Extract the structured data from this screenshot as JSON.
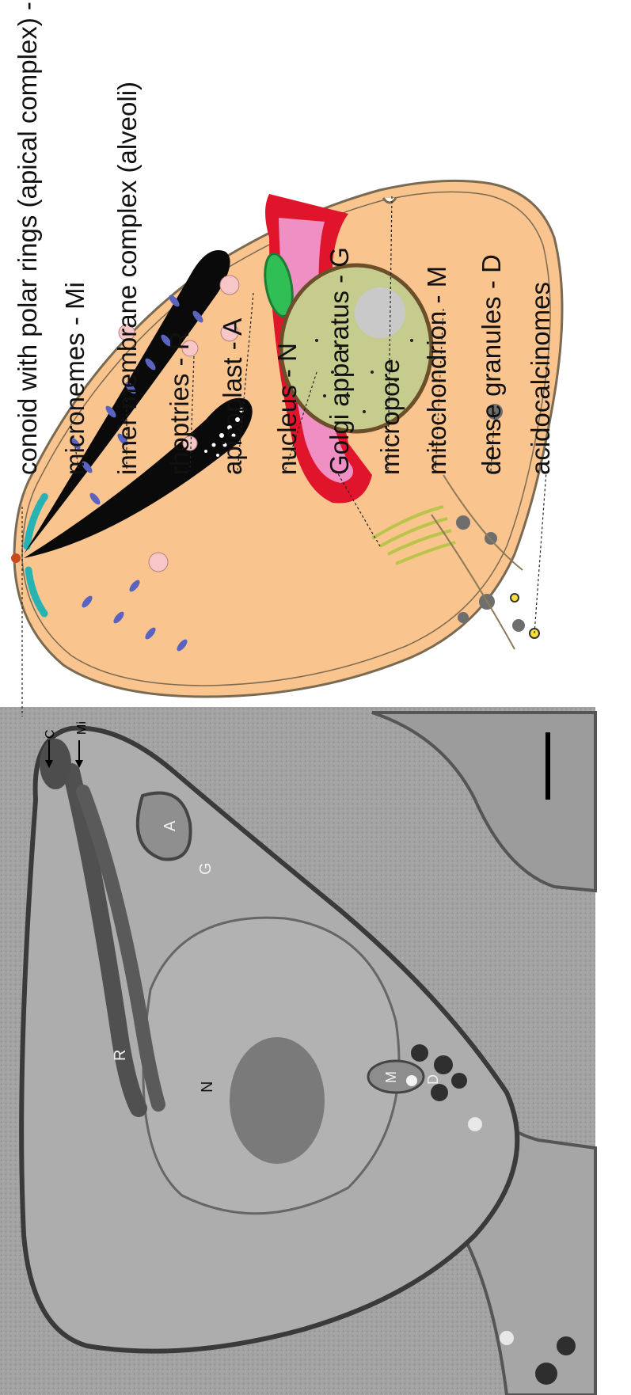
{
  "labels": [
    {
      "id": "conoid",
      "text": "conoid with polar rings (apical complex) - C"
    },
    {
      "id": "micronemes",
      "text": "micronemes - Mi"
    },
    {
      "id": "imc",
      "text": "inner membrane complex (alveoli)"
    },
    {
      "id": "rhoptries",
      "text": "rhoptries - R"
    },
    {
      "id": "apicoplast",
      "text": "apicoplast - A"
    },
    {
      "id": "nucleus",
      "text": "nucleus - N"
    },
    {
      "id": "golgi",
      "text": "Golgi apparatus - G"
    },
    {
      "id": "micropore",
      "text": "micropore"
    },
    {
      "id": "mitochondrion",
      "text": "mitochondrion - M"
    },
    {
      "id": "dense",
      "text": "dense granules - D"
    },
    {
      "id": "acido",
      "text": "acidocalcinomes"
    }
  ],
  "micrograph": {
    "letters": {
      "c": "C",
      "mi": "Mi",
      "a": "A",
      "g": "G",
      "r": "R",
      "n": "N",
      "m": "M",
      "d": "D"
    }
  },
  "colors": {
    "cytoplasm": "#f9c48e",
    "mito_outer": "#e0142a",
    "mito_inner": "#f08fc4",
    "nucleus": "#c6cb8e",
    "nucleolus": "#c9c9c9",
    "apicoplast": "#2fbf55",
    "microneme": "#5a64c0",
    "conoid": "#27b3b3",
    "granule": "#6e6e6e",
    "golgi": "#b9c44a",
    "vacuole": "#f7c6c6",
    "em_bg": "#9a9a9a"
  }
}
